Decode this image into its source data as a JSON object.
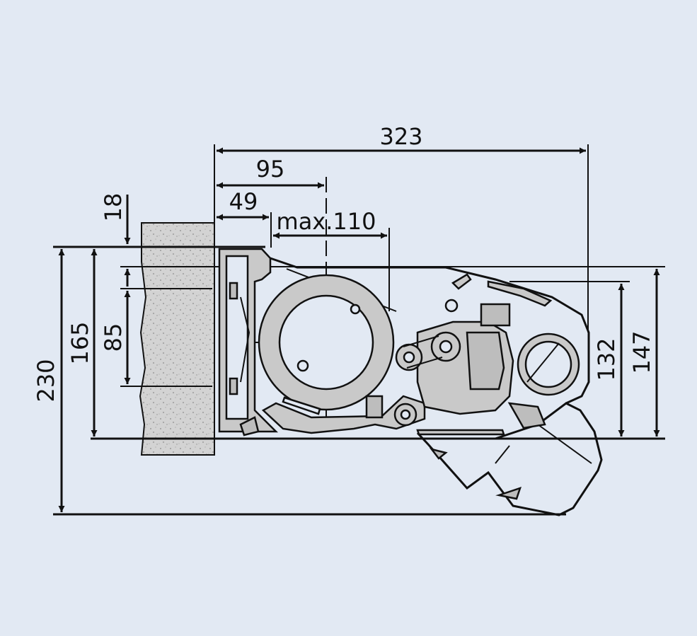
{
  "dimensions": {
    "width_total": "323",
    "to_axis": "95",
    "offset_left": "49",
    "max_clearance": "max.110",
    "top_offset": "18",
    "axis_height": "85",
    "inner_height": "165",
    "total_height": "230",
    "box_height_inner": "132",
    "box_height_outer": "147"
  },
  "colors": {
    "background": "#e2e9f3",
    "line": "#111111",
    "part_fill": "#c9c9c9",
    "wall_fill": "#d4d4d4"
  }
}
